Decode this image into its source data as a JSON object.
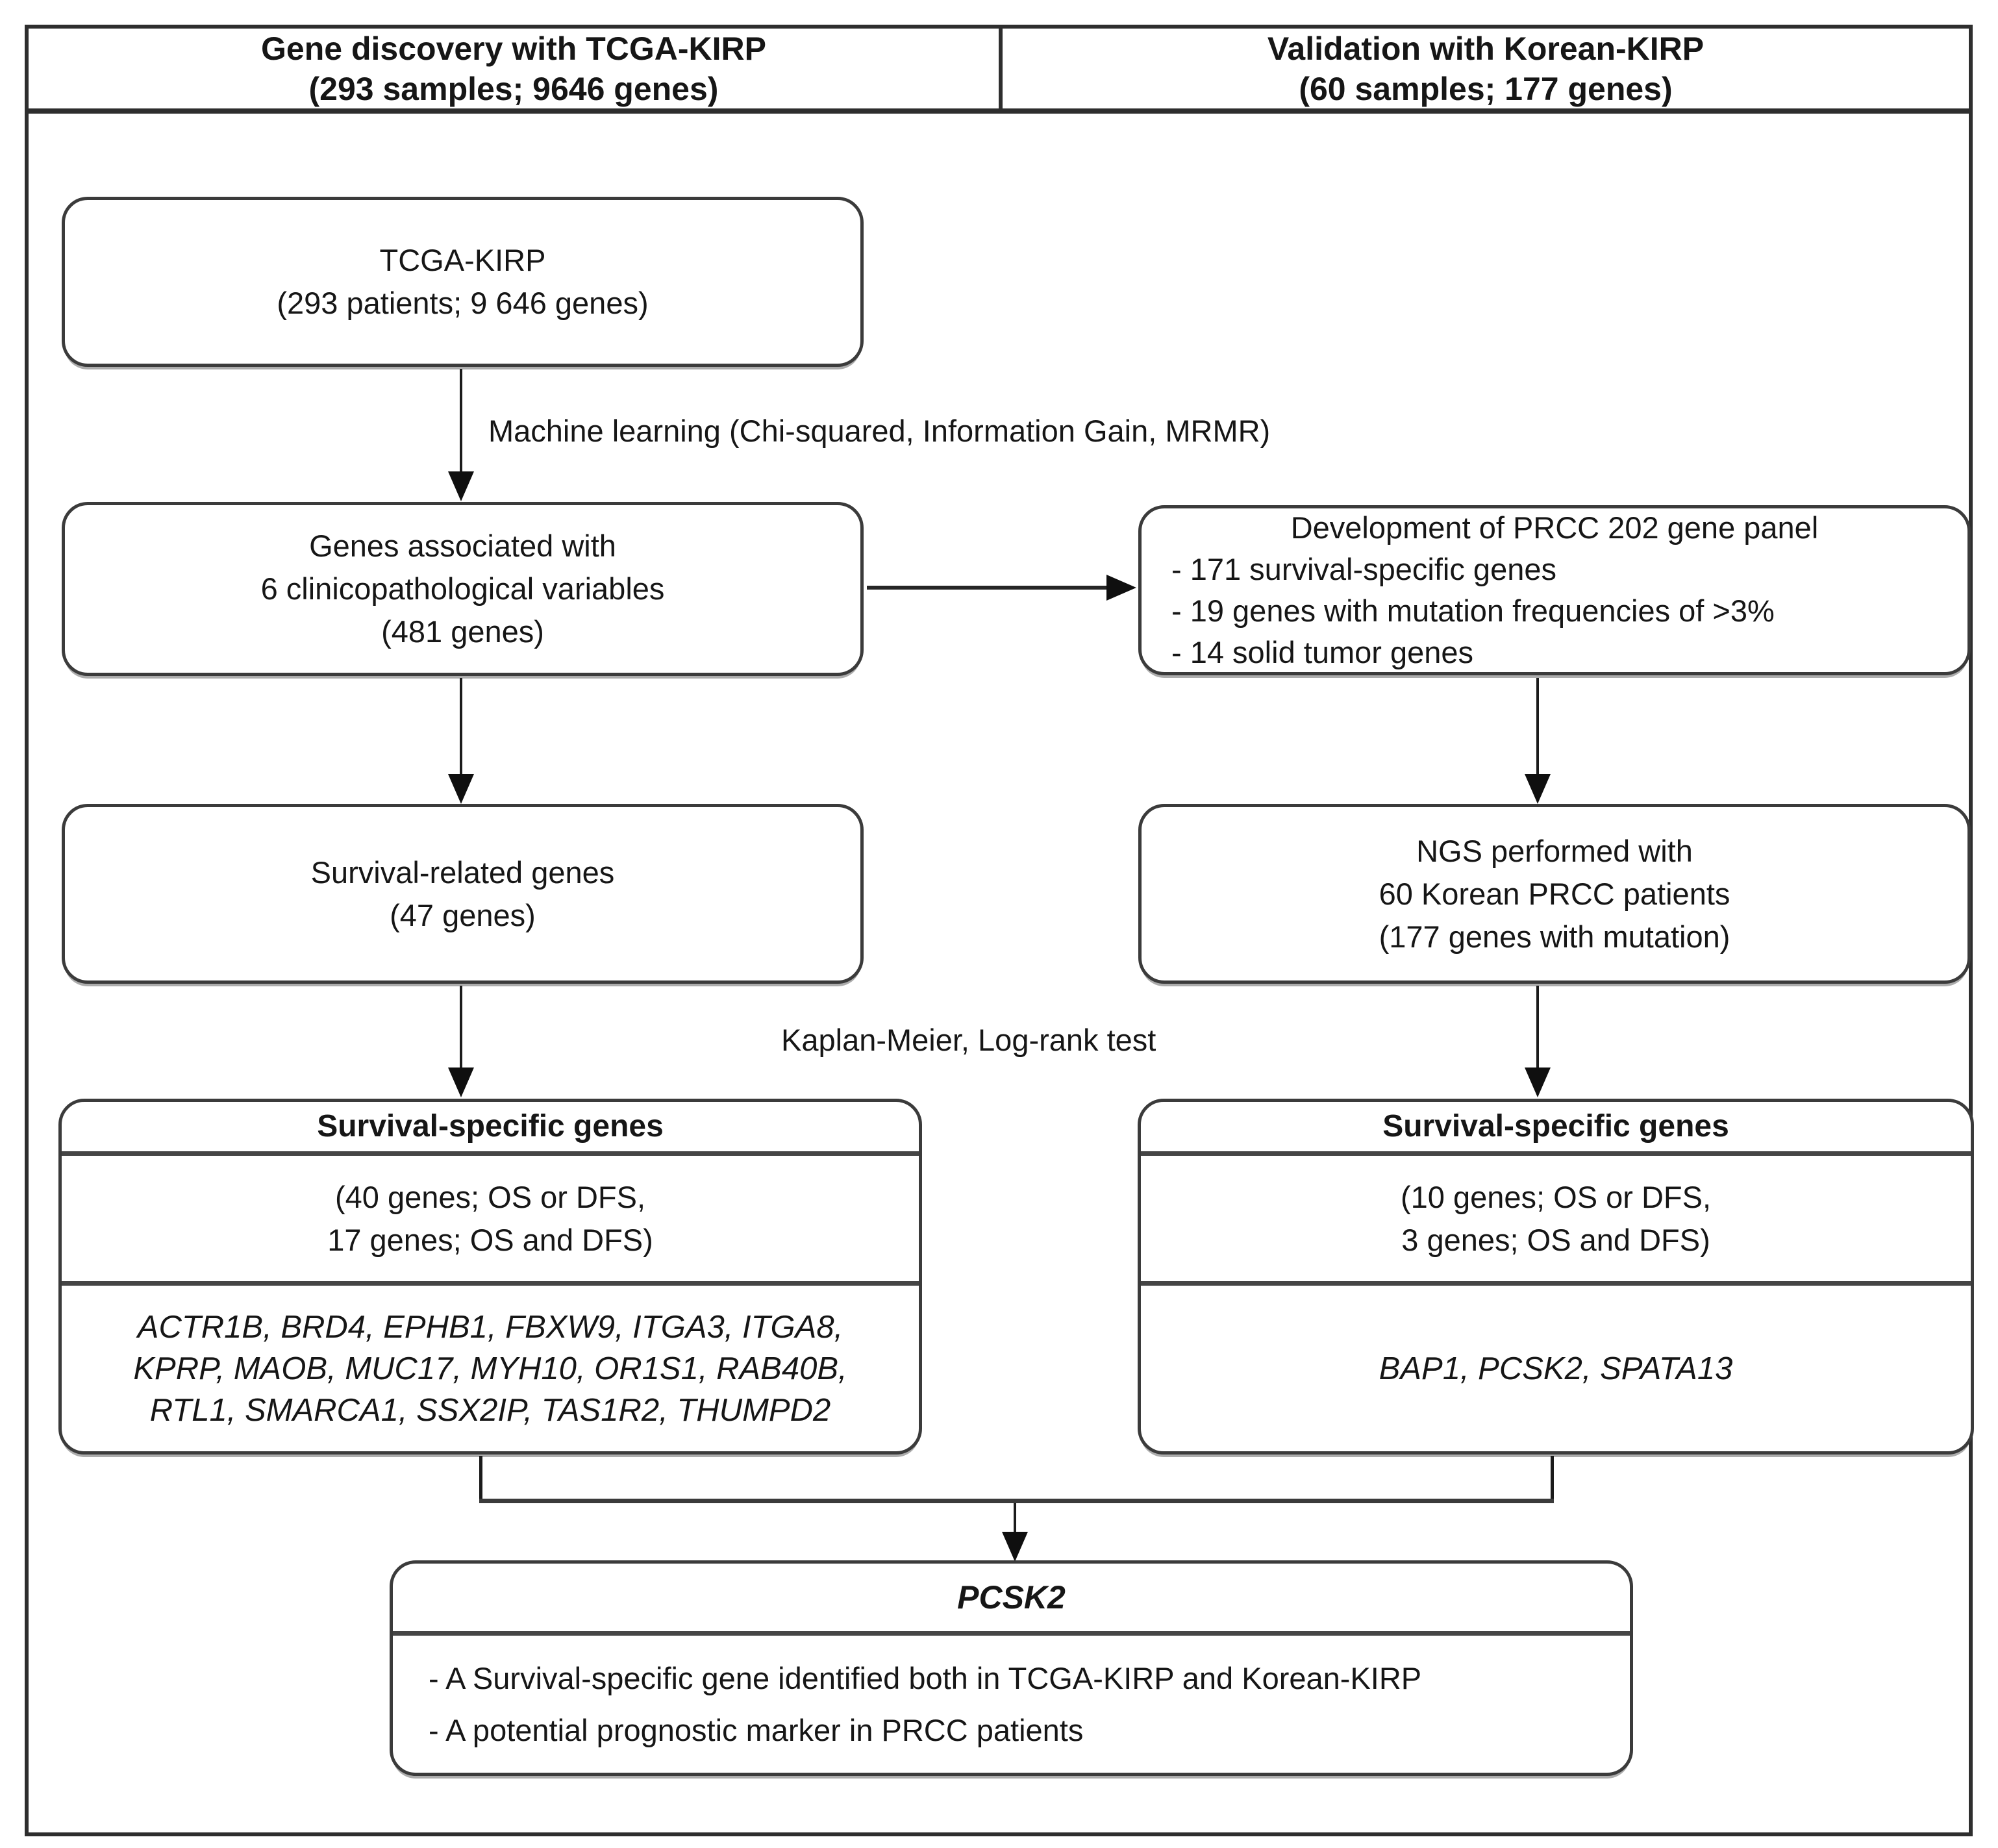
{
  "colors": {
    "frame_border": "#2e2e2e",
    "box_border": "#3b3b3b",
    "arrow": "#1b1b1b",
    "text": "#161616",
    "background": "#ffffff"
  },
  "header": {
    "left": {
      "title": "Gene discovery with TCGA-KIRP",
      "subtitle": "(293 samples; 9646 genes)"
    },
    "right": {
      "title": "Validation with Korean-KIRP",
      "subtitle": "(60 samples; 177 genes)"
    }
  },
  "discovery": {
    "tcga_box": {
      "line1": "TCGA-KIRP",
      "line2": "(293 patients; 9 646 genes)"
    },
    "ml_label": "Machine learning (Chi-squared, Information Gain, MRMR)",
    "assoc_box": {
      "line1": "Genes associated with",
      "line2": "6 clinicopathological variables",
      "line3": "(481 genes)"
    },
    "survival_related_box": {
      "line1": "Survival-related genes",
      "line2": "(47 genes)"
    },
    "km_label": "Kaplan-Meier, Log-rank test",
    "survival_specific_box": {
      "title": "Survival-specific genes",
      "counts1": "(40 genes; OS or DFS,",
      "counts2": "17 genes; OS and DFS)",
      "genes1": "ACTR1B, BRD4, EPHB1, FBXW9, ITGA3, ITGA8,",
      "genes2": "KPRP, MAOB, MUC17, MYH10, OR1S1, RAB40B,",
      "genes3": "RTL1, SMARCA1, SSX2IP, TAS1R2, THUMPD2"
    }
  },
  "validation": {
    "panel_box": {
      "title": "Development of PRCC 202 gene panel",
      "bullet1": "- 171 survival-specific genes",
      "bullet2": "- 19 genes with mutation frequencies of >3%",
      "bullet3": "- 14 solid tumor genes"
    },
    "ngs_box": {
      "line1": "NGS performed with",
      "line2": "60 Korean PRCC patients",
      "line3": "(177 genes with mutation)"
    },
    "survival_specific_box": {
      "title": "Survival-specific genes",
      "counts1": "(10 genes; OS or DFS,",
      "counts2": "3 genes; OS and DFS)",
      "genes1": "BAP1, PCSK2, SPATA13"
    }
  },
  "result": {
    "title": "PCSK2",
    "bullet1": "- A Survival-specific gene identified both in TCGA-KIRP and Korean-KIRP",
    "bullet2": "- A potential prognostic marker in PRCC patients"
  }
}
